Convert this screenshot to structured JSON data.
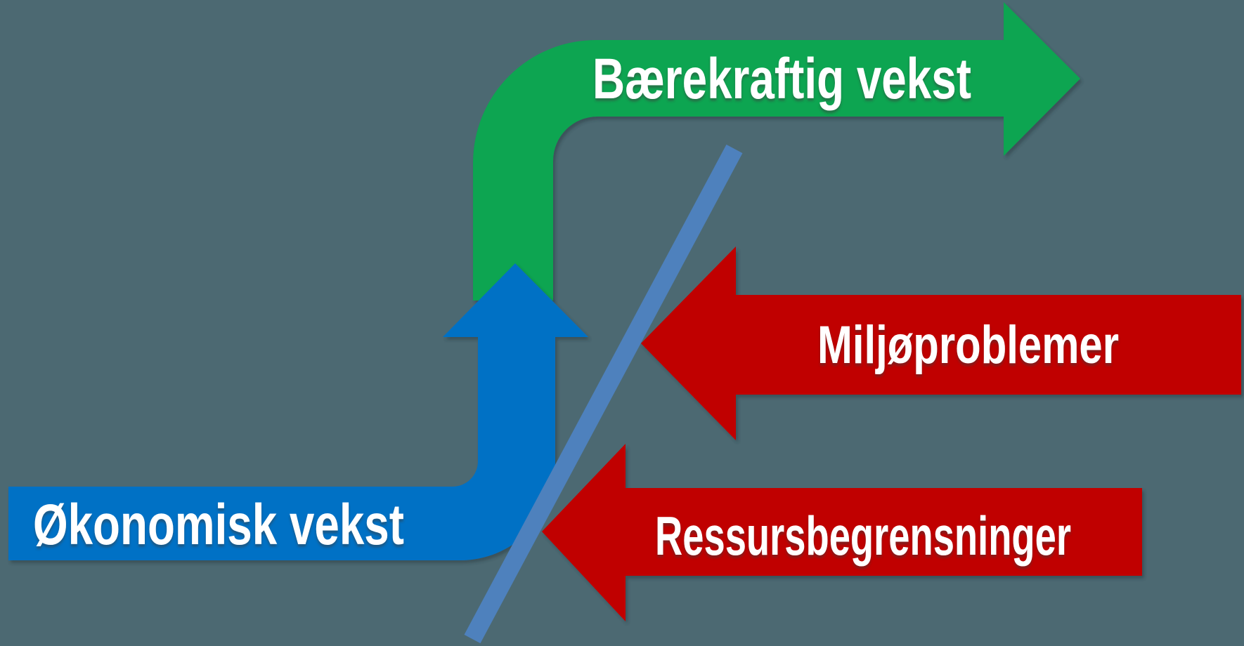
{
  "background_color": "#4C6972",
  "diagram": {
    "title_implied": "",
    "text_color": "#FFFFFF",
    "divider": {
      "name": "diagonal-divider",
      "color": "#4E81BD"
    },
    "arrows": [
      {
        "id": "sustainable-growth",
        "label": "Bærekraftig vekst",
        "color": "#0AA551",
        "direction": "bends up then points right"
      },
      {
        "id": "economic-growth",
        "label": "Økonomisk vekst",
        "color": "#0571C5",
        "direction": "comes from left, bends and points up"
      },
      {
        "id": "environmental-problems",
        "label": "Miljøproblemer",
        "color": "#C00000",
        "direction": "points left"
      },
      {
        "id": "resource-constraints",
        "label": "Ressursbegrensninger",
        "color": "#C00000",
        "direction": "points left"
      }
    ]
  }
}
